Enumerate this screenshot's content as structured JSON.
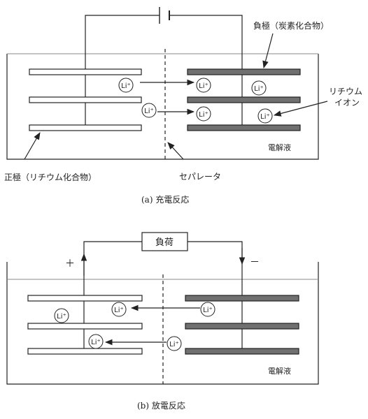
{
  "panel_a": {
    "caption": "(a) 充電反応",
    "negative_electrode_label": "負極（炭素化合物）",
    "positive_electrode_label": "正極（リチウム化合物）",
    "lithium_ion_label_line1": "リチウム",
    "lithium_ion_label_line2": "イオン",
    "separator_label": "セパレータ",
    "electrolyte_label": "電解液",
    "ion_symbol": "Li⁺"
  },
  "panel_b": {
    "caption": "(b) 放電反応",
    "load_label": "負荷",
    "plus_sign": "＋",
    "minus_sign": "－",
    "electrolyte_label": "電解液",
    "ion_symbol": "Li⁺"
  },
  "colors": {
    "positive_plate_fill": "#ffffff",
    "negative_plate_fill": "#707070",
    "stroke": "#222222"
  }
}
